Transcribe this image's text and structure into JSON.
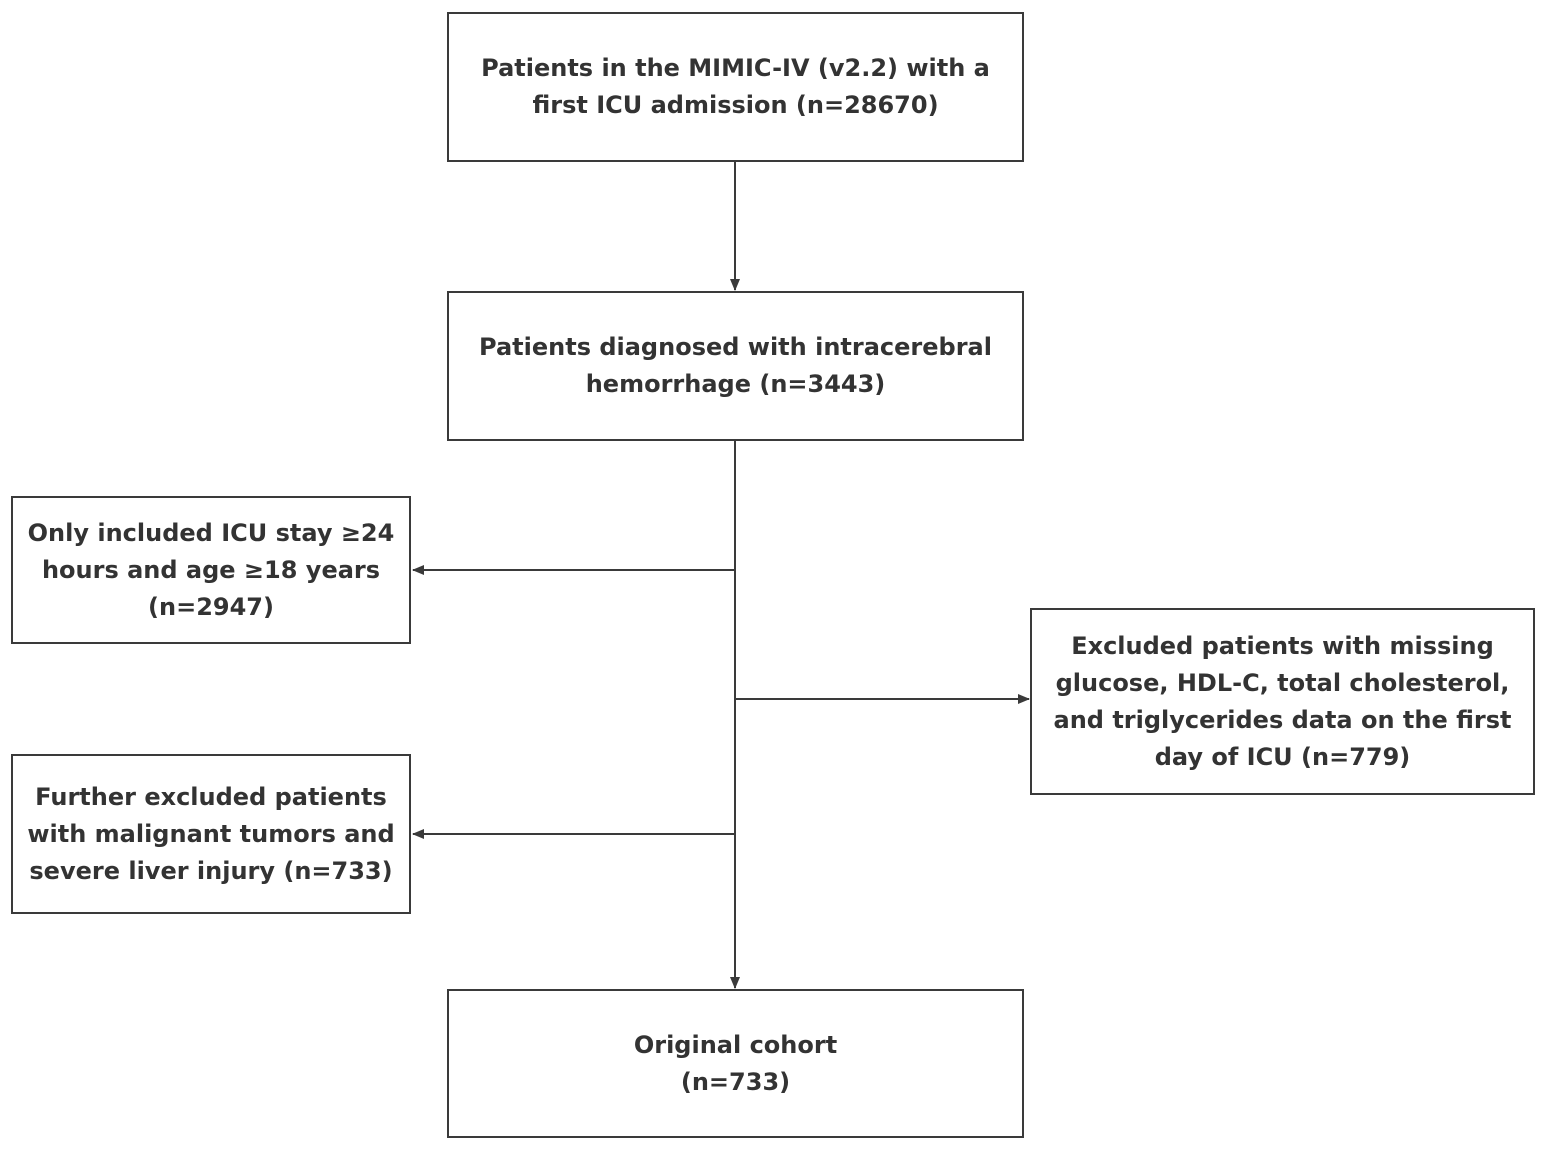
{
  "boxes": {
    "mimic": {
      "lines": [
        "Patients in the MIMIC-IV (v2.2) with a",
        "first ICU admission (n=28670)"
      ]
    },
    "ich": {
      "lines": [
        "Patients diagnosed with intracerebral",
        "hemorrhage (n=3443)"
      ]
    },
    "stay_age": {
      "lines": [
        "Only included ICU stay ≥24",
        "hours and age ≥18 years",
        "(n=2947)"
      ]
    },
    "missing_labs": {
      "lines": [
        "Excluded patients with missing",
        "glucose, HDL-C, total cholesterol,",
        "and triglycerides data on the first",
        "day of ICU (n=779)"
      ]
    },
    "tumors_liver": {
      "lines": [
        "Further excluded patients",
        "with malignant tumors and",
        "severe liver injury (n=733)"
      ]
    },
    "cohort": {
      "lines": [
        "Original cohort",
        "(n=733)"
      ]
    }
  },
  "colors": {
    "line": "#3a3a3a",
    "text": "#333333",
    "background": "#ffffff"
  }
}
